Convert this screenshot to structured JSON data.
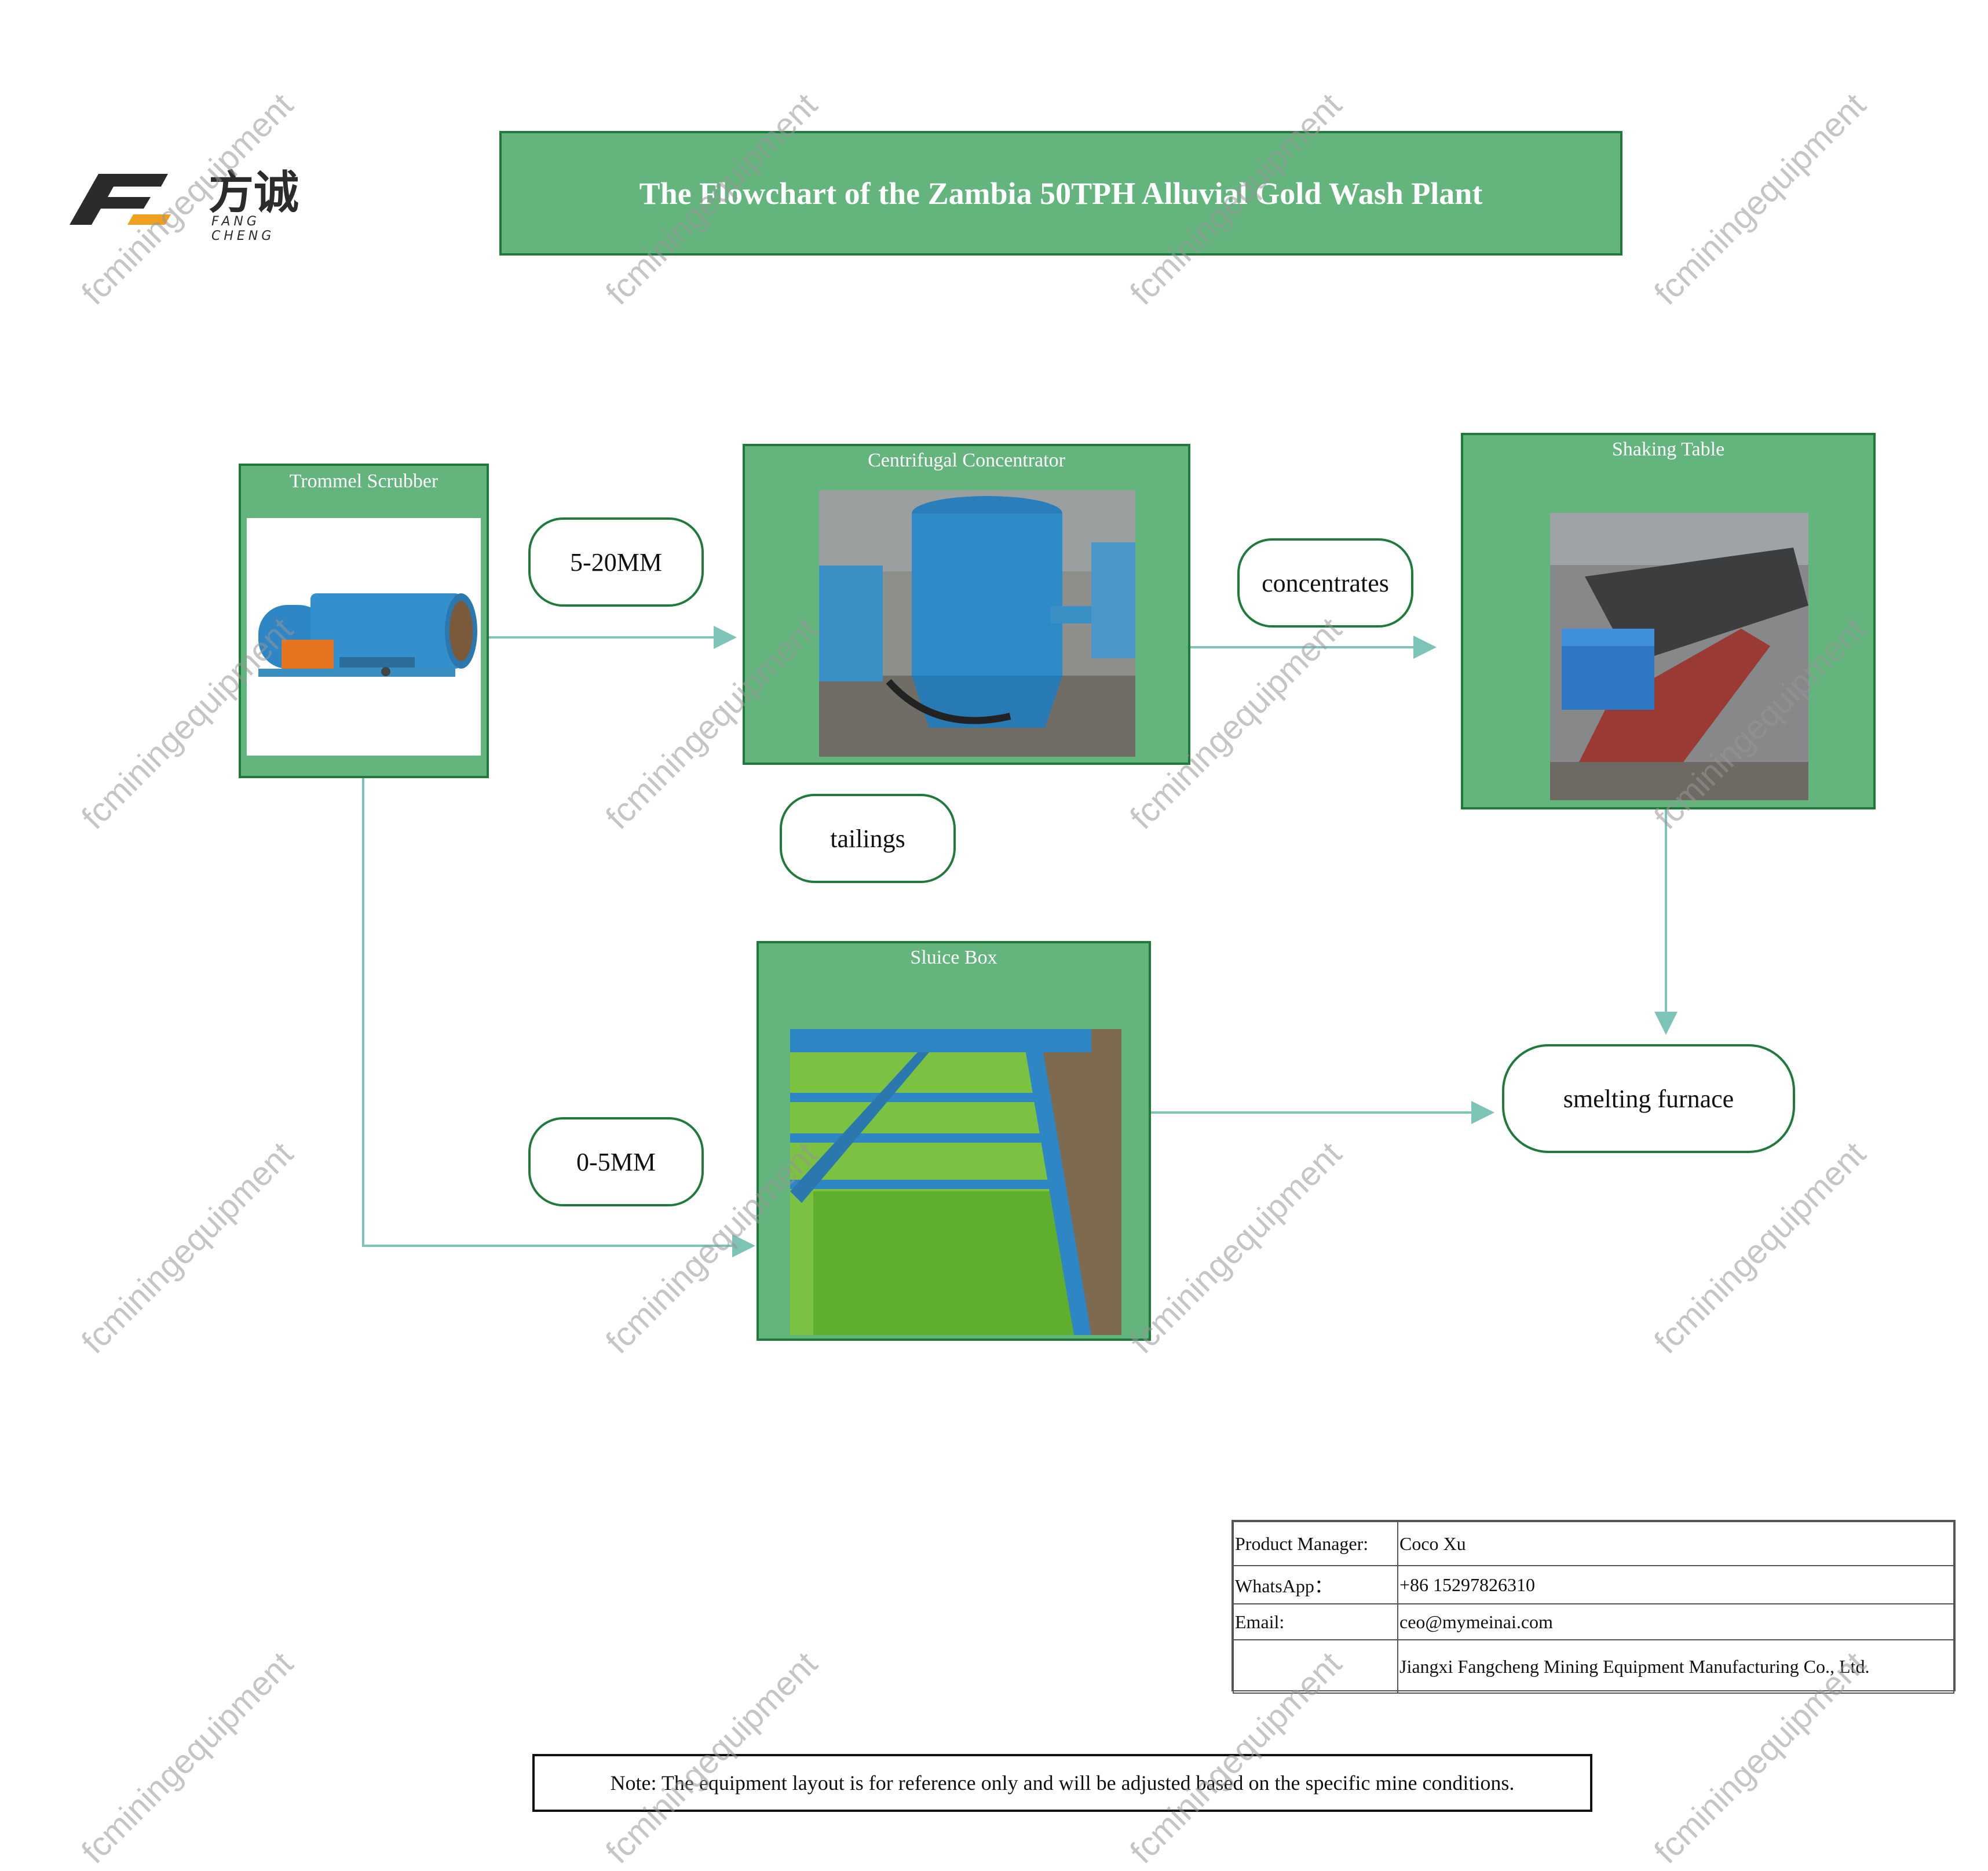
{
  "title": "The Flowchart of the Zambia 50TPH Alluvial Gold Wash Plant",
  "logo": {
    "brand_cn": "方诚",
    "brand_en": "FANG CHENG"
  },
  "equipment": {
    "trommel": "Trommel Scrubber",
    "centrifugal": "Centrifugal Concentrator",
    "shaking": "Shaking Table",
    "sluice": "Sluice Box"
  },
  "flow_labels": {
    "coarse": "5-20MM",
    "fine": "0-5MM",
    "concentrates": "concentrates",
    "tailings": "tailings",
    "furnace": "smelting furnace"
  },
  "contact": {
    "manager_label": "Product Manager:",
    "manager": "Coco Xu",
    "whatsapp_label": "WhatsApp：",
    "whatsapp": "+86 15297826310",
    "email_label": "Email:",
    "email": "ceo@mymeinai.com",
    "company": "Jiangxi Fangcheng Mining Equipment Manufacturing Co., Ltd."
  },
  "note": "Note: The equipment layout is for reference only and will be adjusted based on the specific mine conditions.",
  "watermark": "fcminingequipment",
  "colors": {
    "box_fill": "#64b47e",
    "box_border": "#1f7a3c",
    "arrow": "#7cc4b8",
    "logo_dark": "#2b2b2b",
    "logo_accent": "#f0a020"
  }
}
